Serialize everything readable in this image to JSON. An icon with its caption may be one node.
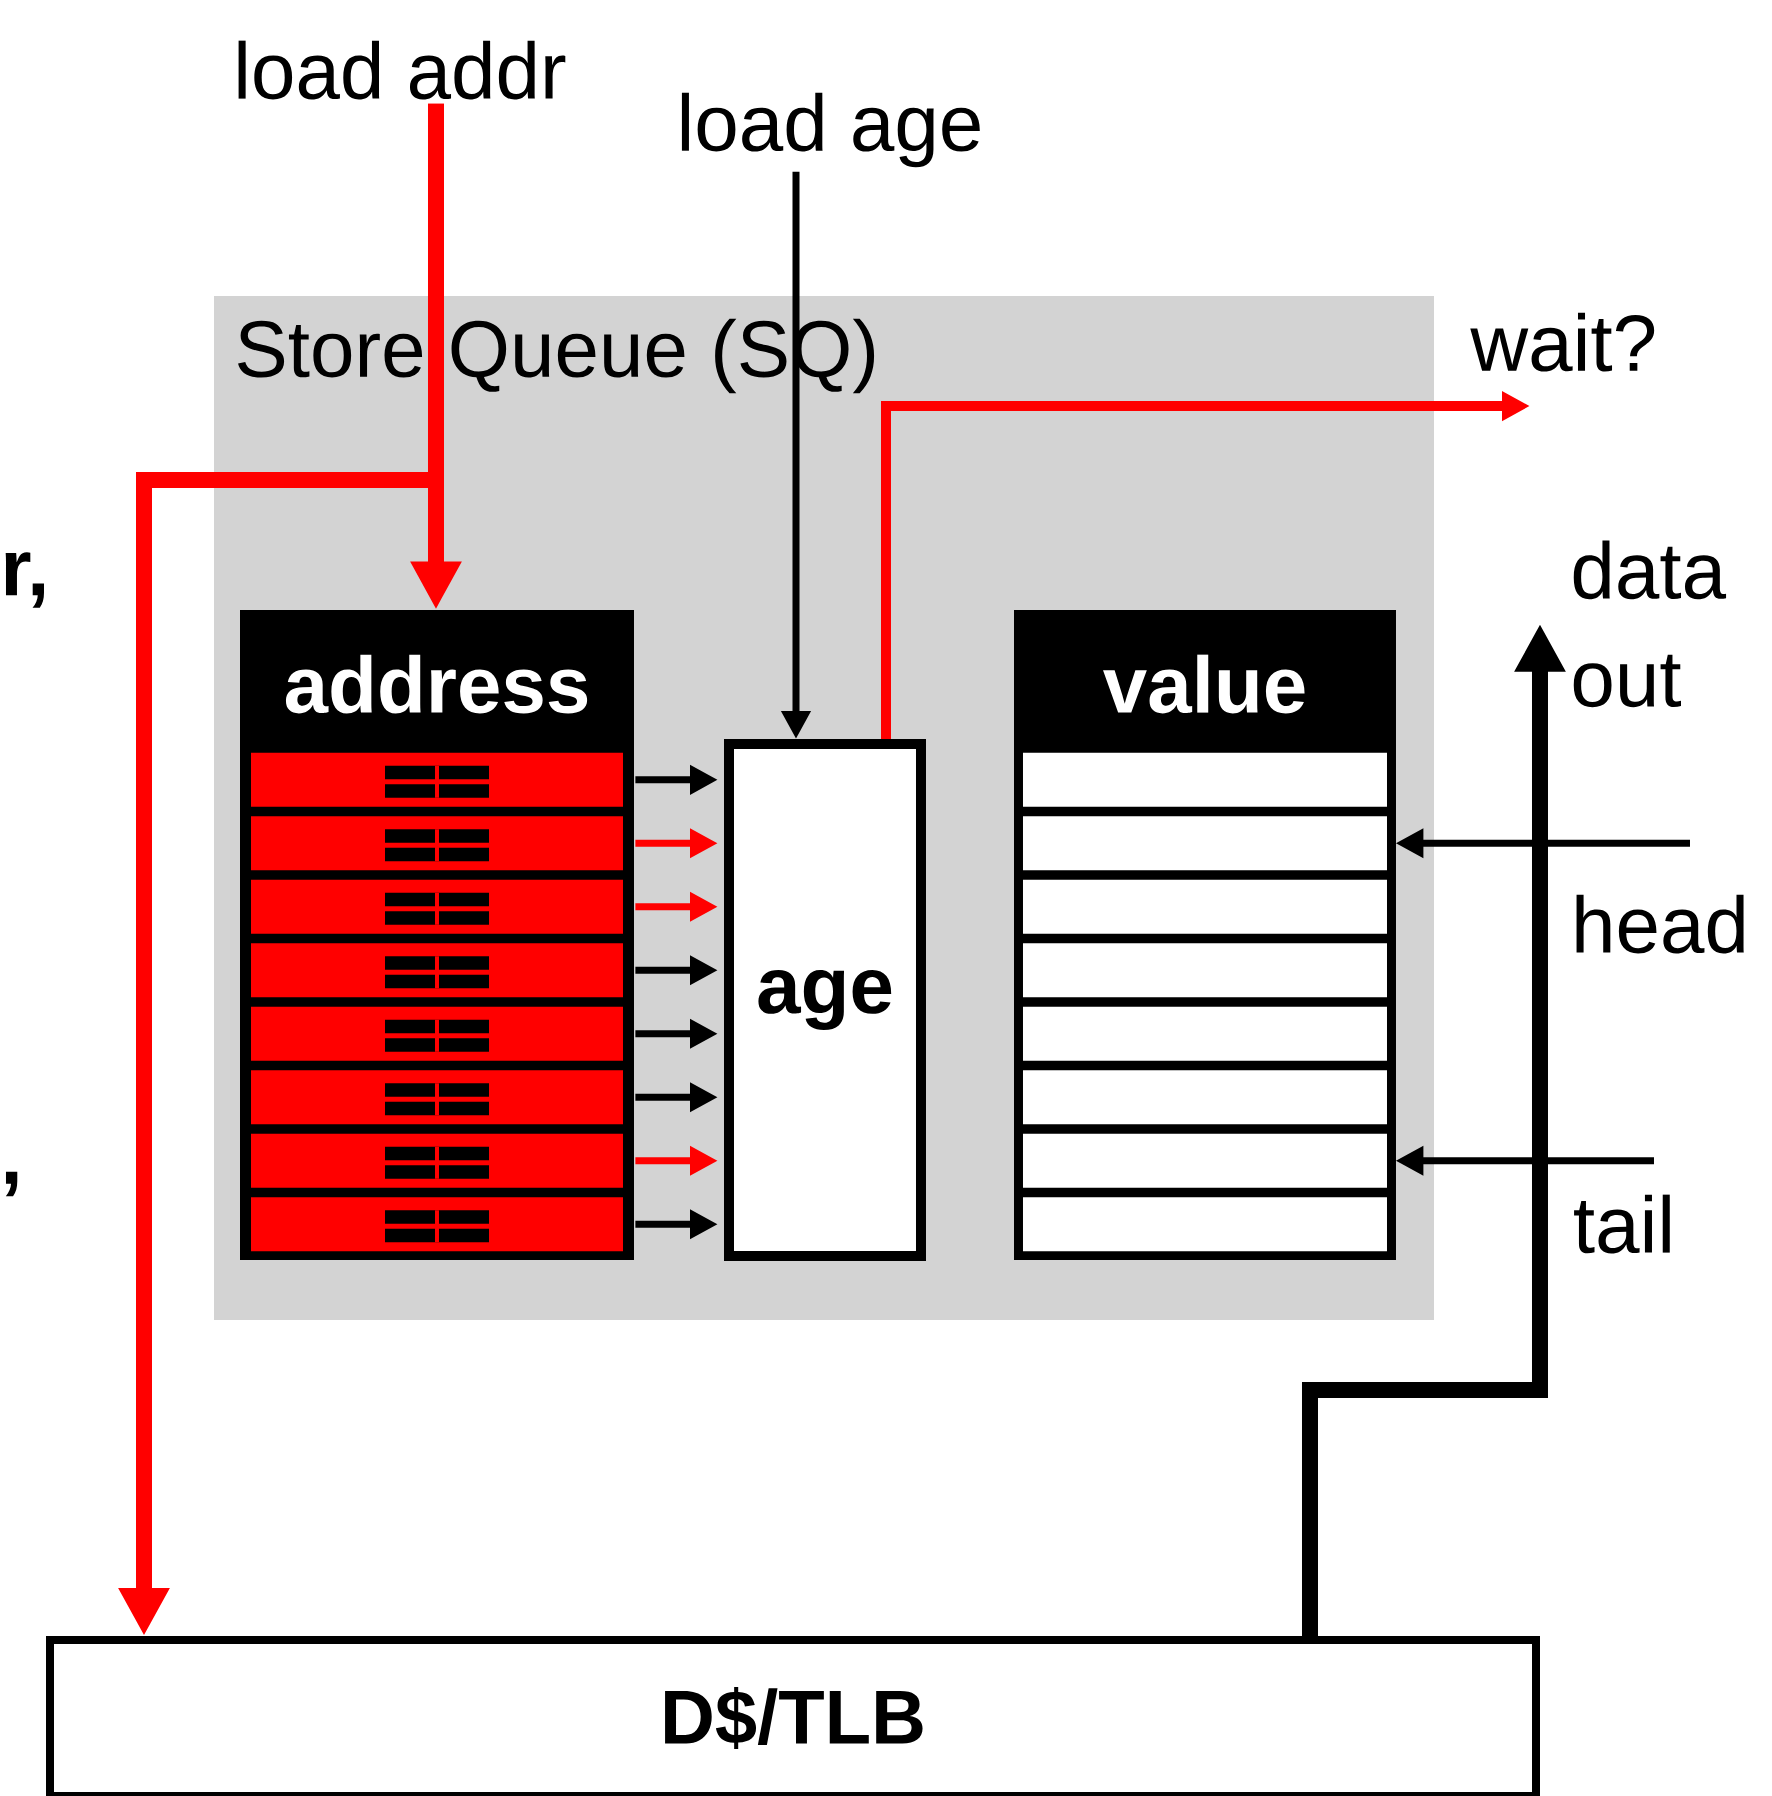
{
  "diagram": {
    "nodes": [
      {
        "text": [
          "Store Queue (SQ)"
        ]
      },
      {
        "text": [
          "address"
        ],
        "in": 0
      },
      {
        "text": [],
        "shape": "box",
        "in": 1
      },
      {
        "text": [],
        "shape": "box",
        "in": 1
      },
      {
        "text": [],
        "shape": "box",
        "in": 1
      },
      {
        "text": [],
        "shape": "box",
        "in": 1
      },
      {
        "text": [],
        "shape": "box",
        "in": 1
      },
      {
        "text": [],
        "shape": "box",
        "in": 1
      },
      {
        "text": [],
        "shape": "box",
        "in": 1
      },
      {
        "text": [],
        "shape": "box",
        "in": 1
      },
      {
        "text": [
          "age"
        ],
        "in": 0
      },
      {
        "text": [
          "value"
        ],
        "in": 0
      },
      {
        "text": [],
        "shape": "box",
        "in": 11
      },
      {
        "text": [],
        "shape": "box",
        "in": 11
      },
      {
        "text": [],
        "shape": "box",
        "in": 11
      },
      {
        "text": [],
        "shape": "box",
        "in": 11
      },
      {
        "text": [],
        "shape": "box",
        "in": 11
      },
      {
        "text": [],
        "shape": "box",
        "in": 11
      },
      {
        "text": [],
        "shape": "box",
        "in": 11
      },
      {
        "text": [],
        "shape": "box",
        "in": 11
      },
      {
        "text": [
          "D$/TLB"
        ]
      },
      {
        "text": [
          "load addr"
        ]
      },
      {
        "text": [
          "load age"
        ]
      },
      {
        "text": [
          "wait?"
        ]
      },
      {
        "text": [
          "data out"
        ]
      },
      {
        "text": [
          "head"
        ]
      },
      {
        "text": [
          "tail"
        ]
      }
    ],
    "edges": [
      {
        "from": 21,
        "to": 1,
        "arrow": "to",
        "style": "thick",
        "color": "#ff0000"
      },
      {
        "from": 21,
        "to": 20,
        "arrow": "to",
        "style": "thick",
        "color": "#ff0000"
      },
      {
        "from": 22,
        "to": 10,
        "arrow": "to"
      },
      {
        "from": 10,
        "to": 23,
        "arrow": "to",
        "color": "#ff0000"
      },
      {
        "from": 2,
        "to": 10,
        "arrow": "to"
      },
      {
        "from": 3,
        "to": 10,
        "arrow": "to",
        "color": "#ff0000"
      },
      {
        "from": 4,
        "to": 10,
        "arrow": "to",
        "color": "#ff0000"
      },
      {
        "from": 5,
        "to": 10,
        "arrow": "to"
      },
      {
        "from": 6,
        "to": 10,
        "arrow": "to"
      },
      {
        "from": 7,
        "to": 10,
        "arrow": "to"
      },
      {
        "from": 8,
        "to": 10,
        "arrow": "to",
        "color": "#ff0000"
      },
      {
        "from": 9,
        "to": 10,
        "arrow": "to"
      },
      {
        "from": 25,
        "to": 13,
        "arrow": "to"
      },
      {
        "from": 26,
        "to": 18,
        "arrow": "to"
      },
      {
        "from": 20,
        "to": 24,
        "arrow": "to",
        "style": "thick"
      }
    ],
    "labels": [
      "r,",
      ","
    ]
  }
}
